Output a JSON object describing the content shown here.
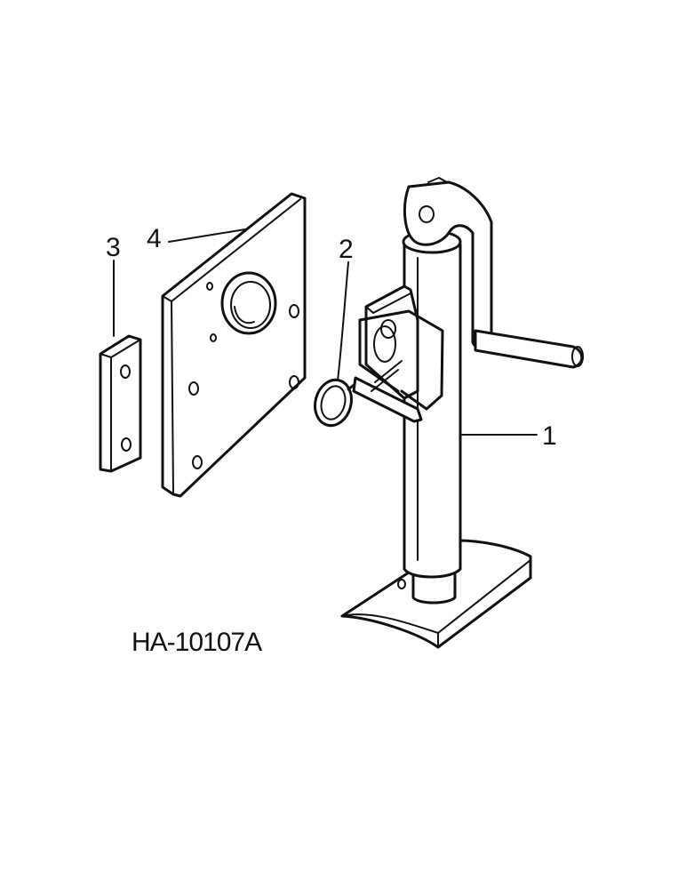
{
  "callouts": {
    "jack": "1",
    "pin": "2",
    "spacer": "3",
    "plate": "4"
  },
  "figure_id": "HA-10107A"
}
